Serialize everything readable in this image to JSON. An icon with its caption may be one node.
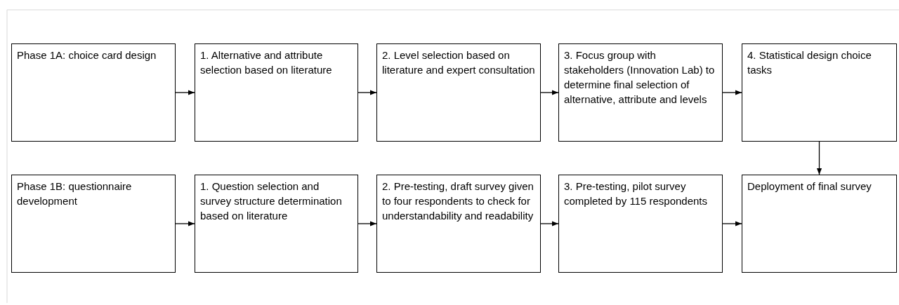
{
  "diagram": {
    "nodes": [
      {
        "text": [
          "Phase 1A: choice card design"
        ]
      },
      {
        "text": [
          "1. Alternative and attribute selection based on literature"
        ]
      },
      {
        "text": [
          "2. Level selection based on literature and expert consultation"
        ]
      },
      {
        "text": [
          "3. Focus group with stakeholders (Innovation Lab) to determine final selection of alternative, attribute and levels"
        ]
      },
      {
        "text": [
          "4. Statistical design choice tasks"
        ]
      },
      {
        "text": [
          "Phase 1B: questionnaire development"
        ]
      },
      {
        "text": [
          "1. Question selection and survey structure determination based on literature"
        ]
      },
      {
        "text": [
          "2. Pre-testing, draft survey given to four respondents to check for understandability and readability"
        ]
      },
      {
        "text": [
          "3. Pre-testing, pilot survey completed by 115 respondents"
        ]
      },
      {
        "text": [
          "Deployment of final survey"
        ]
      }
    ],
    "edges": [
      {
        "from": 0,
        "to": 1,
        "arrow": "to"
      },
      {
        "from": 1,
        "to": 2,
        "arrow": "to"
      },
      {
        "from": 2,
        "to": 3,
        "arrow": "to"
      },
      {
        "from": 3,
        "to": 4,
        "arrow": "to"
      },
      {
        "from": 4,
        "to": 9,
        "arrow": "to"
      },
      {
        "from": 5,
        "to": 6,
        "arrow": "to"
      },
      {
        "from": 6,
        "to": 7,
        "arrow": "to"
      },
      {
        "from": 7,
        "to": 8,
        "arrow": "to"
      },
      {
        "from": 8,
        "to": 9,
        "arrow": "to"
      }
    ]
  }
}
